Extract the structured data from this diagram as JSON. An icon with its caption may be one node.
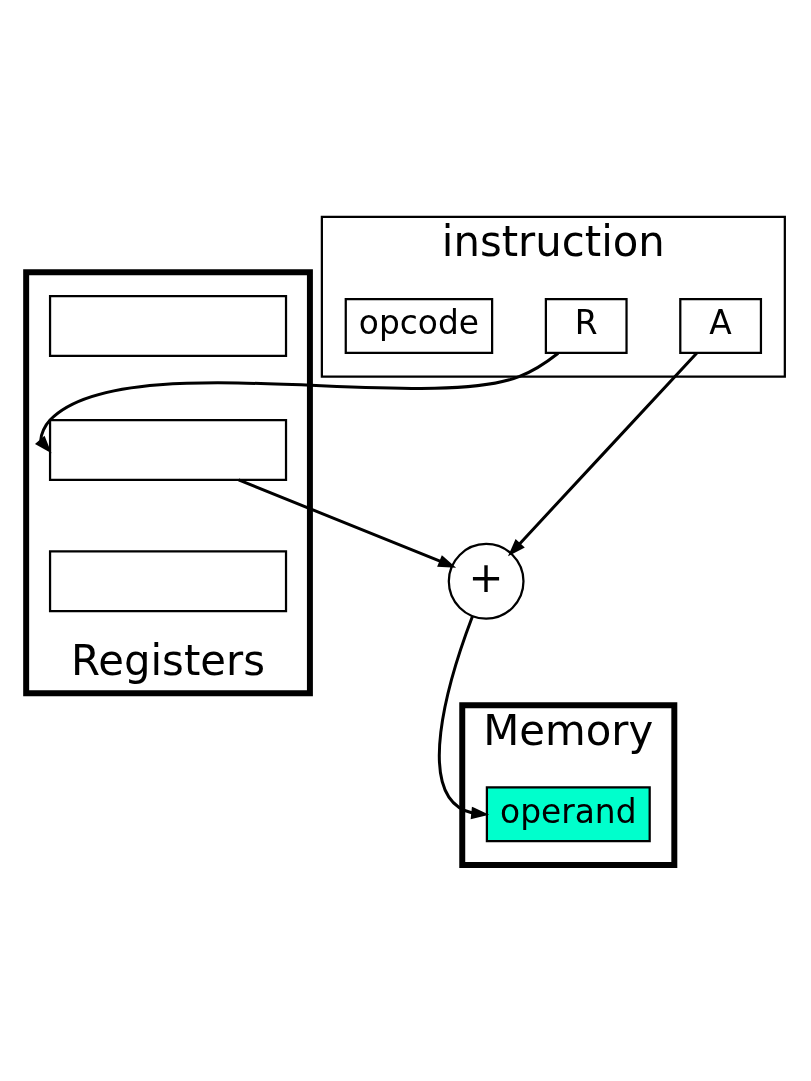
{
  "diagram": {
    "nodes": [
      {
        "text": [
          "instruction"
        ]
      },
      {
        "text": [
          "opcode"
        ],
        "in": 0
      },
      {
        "text": [
          "R"
        ],
        "in": 0
      },
      {
        "text": [
          "A"
        ],
        "in": 0
      },
      {
        "text": [
          "Registers"
        ]
      },
      {
        "text": [],
        "shape": "box",
        "in": 4
      },
      {
        "text": [],
        "shape": "box",
        "in": 4
      },
      {
        "text": [],
        "shape": "box",
        "in": 4
      },
      {
        "text": [
          "+"
        ]
      },
      {
        "text": [
          "Memory"
        ]
      },
      {
        "text": [
          "operand"
        ],
        "in": 9
      }
    ],
    "edges": [
      {
        "from": 2,
        "to": 6,
        "arrow": "to"
      },
      {
        "from": 3,
        "to": 8,
        "arrow": "to"
      },
      {
        "from": 6,
        "to": 8,
        "arrow": "to"
      },
      {
        "from": 8,
        "to": 10,
        "arrow": "to"
      }
    ]
  }
}
